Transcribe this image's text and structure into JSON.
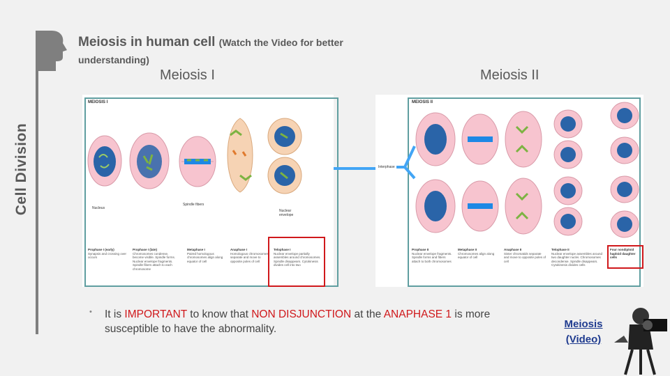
{
  "slide": {
    "side_title": "Cell Division",
    "title_main": "Meiosis in human cell",
    "title_note": "(Watch the Video for better",
    "title_note_cont": "understanding)",
    "heading_meiosis1": "Meiosis I",
    "heading_meiosis2": "Meiosis II"
  },
  "diagram1": {
    "label": "MEIOSIS I",
    "nucleus_label": "Nucleus",
    "spindle_label": "Spindle fibers",
    "envelope_label_1": "Nuclear",
    "envelope_label_2": "envelope",
    "phases": [
      {
        "name": "Prophase I (early)",
        "text": "Synapsis and crossing over occurs"
      },
      {
        "name": "Prophase I (late)",
        "text": "Chromosomes condense, become visible. Spindle forms. Nuclear envelope fragments. Spindle fibers attach to each chromosome"
      },
      {
        "name": "Metaphase I",
        "text": "Paired homologous chromosomes align along equator of cell"
      },
      {
        "name": "Anaphase I",
        "text": "Homologous chromosomes separate and move to opposite poles of cell"
      },
      {
        "name": "Telophase I",
        "text": "Nuclear envelope partially assembles around chromosomes. Spindle disappears. Cytokinesis divides cell into two"
      }
    ]
  },
  "diagram2": {
    "label": "MEIOSIS II",
    "interphase_label": "Interphase",
    "phases": [
      {
        "name": "Prophase II",
        "text": "Nuclear envelope fragments. Spindle forms and fibers attach to both chromosomes"
      },
      {
        "name": "Metaphase II",
        "text": "Chromosomes align along equator of cell"
      },
      {
        "name": "Anaphase II",
        "text": "Sister chromatids separate and move to opposite poles of cell"
      },
      {
        "name": "Telophase II",
        "text": "Nuclear envelope assembles around two daughter nuclei. Chromosomes decondense. Spindle disappears. Cytokinesis divides cells"
      },
      {
        "name": "Four nondiploid haploid daughter cells",
        "text": ""
      }
    ]
  },
  "body": {
    "bullet": "•",
    "t1": "It is ",
    "t2": "IMPORTANT",
    "t3": " to know that ",
    "t4": "NON DISJUNCTION",
    "t5": " at the ",
    "t6": "ANAPHASE 1",
    "t7": " is more susceptible to have the abnormality."
  },
  "video_link": {
    "line1": "Meiosis",
    "line2": "(Video)"
  },
  "colors": {
    "accent_red": "#d0181b",
    "link_blue": "#1f3b8f",
    "frame_teal": "#5f9ea0",
    "cell_pink": "#f7c4cf",
    "cell_peach": "#f6d3b4",
    "nucleus_blue": "#2a64a8"
  }
}
